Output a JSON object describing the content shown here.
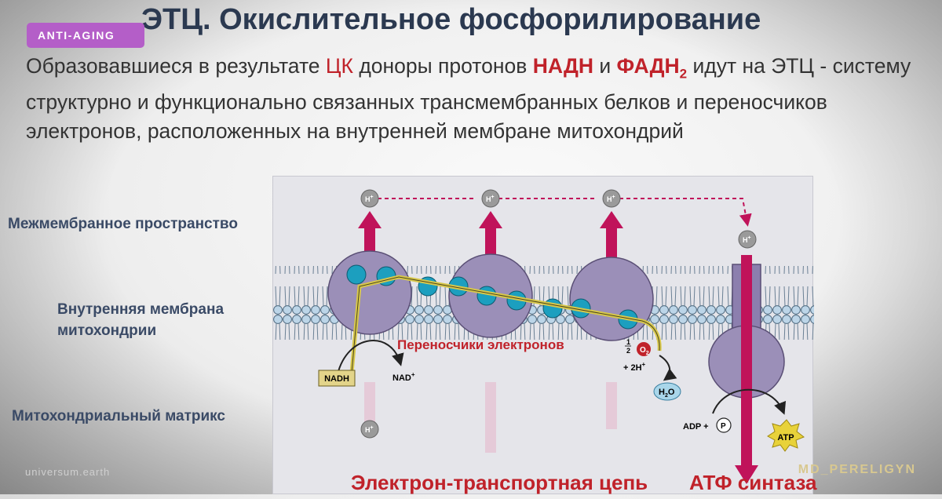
{
  "slide": {
    "title": "ЭТЦ. Окислительное фосфорилирование",
    "intro": {
      "part1": "Образовавшиеся в результате ",
      "tca": "ЦК",
      "part2": " доноры протонов ",
      "nadh": "НАДН",
      "part3": " и ",
      "fadh": "ФАДН",
      "fadh_sub": "2",
      "part4": " идут на ЭТЦ - систему",
      "line2": "структурно и функционально связанных трансмембранных белков и переносчиков",
      "line3": "электронов, расположенных на внутренней мембране митохондрий"
    }
  },
  "overlay": {
    "badge": "ANTI-AGING",
    "watermark_left": "universum.earth",
    "watermark_right": "MD_PERELIGYN"
  },
  "regions": {
    "intermembrane": "Межмембранное пространство",
    "inner_membrane_1": "Внутренняя мембрана",
    "inner_membrane_2": "митохондрии",
    "matrix": "Митохондриальный матрикс"
  },
  "diagram": {
    "h_plus_base": "H",
    "h_plus_sign": "+",
    "carriers_label": "Переносчики электронов",
    "nadh": "NADH",
    "nad_base": "NAD",
    "nad_sign": "+",
    "o2_fraction_num": "1",
    "o2_fraction_den": "2",
    "o2": "O",
    "o2_sub": "2",
    "two_h": "+ 2H",
    "two_h_sign": "+",
    "h2o_h": "H",
    "h2o_sub": "2",
    "h2o_o": "O",
    "adp": "ADP +",
    "p": "P",
    "atp": "ATP",
    "colors": {
      "proton_arrow": "#c0135a",
      "complex": "#9b8fb8",
      "carrier_dot": "#1c9fbf",
      "electron_path": "#d8c84a",
      "membrane_head": "#b8d4e8"
    }
  },
  "captions": {
    "etc": "Электрон-транспортная цепь",
    "atp_synthase": "АТФ синтаза"
  }
}
